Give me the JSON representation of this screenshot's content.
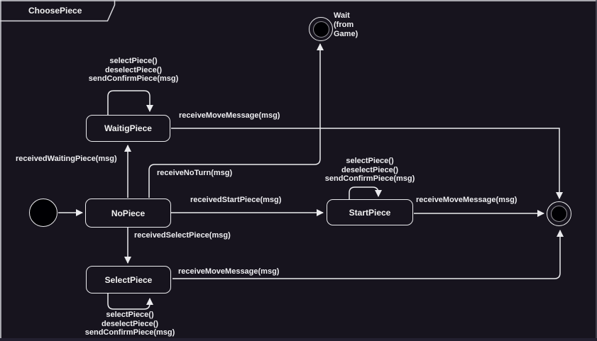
{
  "frame": {
    "title": "ChoosePiece"
  },
  "colors": {
    "background": "#17141e",
    "line": "#ebebee",
    "text": "#f2f2f2"
  },
  "states": {
    "wait": {
      "label": "Wait\n(from\nGame)"
    },
    "waitig_piece": {
      "label": "WaitigPiece"
    },
    "no_piece": {
      "label": "NoPiece"
    },
    "start_piece": {
      "label": "StartPiece"
    },
    "select_piece": {
      "label": "SelectPiece"
    }
  },
  "transitions": {
    "received_waiting_piece": "receivedWaitingPiece(msg)",
    "waitig_self_actions": "selectPiece()\ndeselectPiece()\nsendConfirmPiece(msg)",
    "receive_move_message_top": "receiveMoveMessage(msg)",
    "receive_no_turn": "receiveNoTurn(msg)",
    "received_start_piece": "receivedStartPiece(msg)",
    "start_self_actions": "selectPiece()\ndeselectPiece()\nsendConfirmPiece(msg)",
    "receive_move_message_mid": "receiveMoveMessage(msg)",
    "received_select_piece": "receivedSelectPiece(msg)",
    "receive_move_message_bottom": "receiveMoveMessage(msg)",
    "select_self_actions": "selectPiece()\ndeselectPiece()\nsendConfirmPiece(msg)"
  }
}
